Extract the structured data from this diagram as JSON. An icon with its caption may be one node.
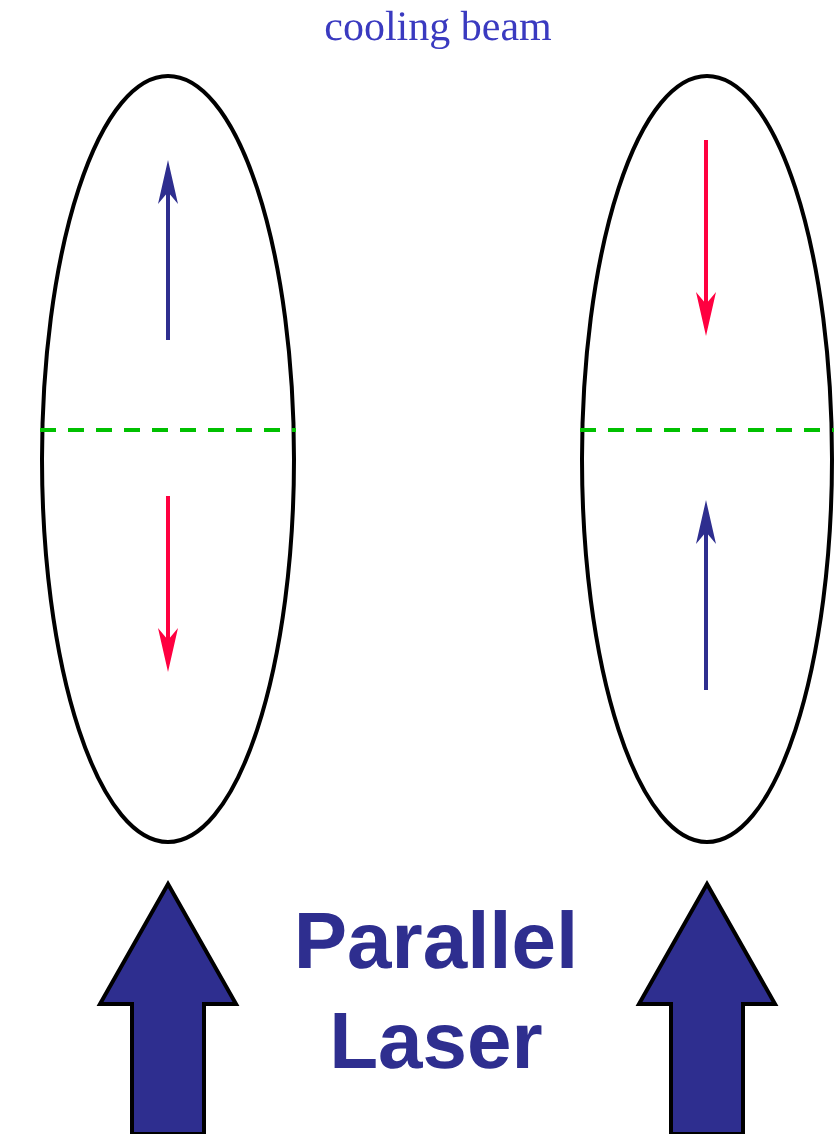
{
  "diagram": {
    "nodes": [
      {
        "text": [],
        "shape": "ellipse"
      },
      {
        "text": [],
        "shape": "ellipse"
      }
    ],
    "edges": [
      {
        "from": null,
        "to": 0,
        "arrow": "to",
        "style": "thick"
      },
      {
        "from": null,
        "to": 1,
        "arrow": "to",
        "style": "thick"
      }
    ],
    "labels": [
      "cooling beam",
      "Parallel Laser"
    ]
  }
}
